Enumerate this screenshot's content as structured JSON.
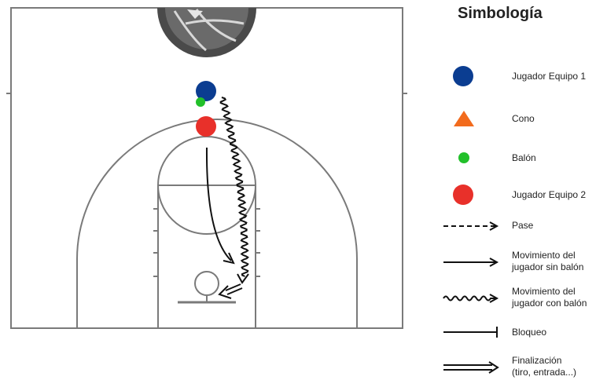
{
  "legend": {
    "title": "Simbología",
    "items": [
      {
        "symbol": "circle-blue",
        "color": "#0b3d91",
        "label": "Jugador Equipo 1"
      },
      {
        "symbol": "triangle-orange",
        "color": "#f26b1d",
        "label": "Cono"
      },
      {
        "symbol": "dot-green",
        "color": "#22c02a",
        "label": "Balón"
      },
      {
        "symbol": "circle-red",
        "color": "#e8302a",
        "label": "Jugador Equipo 2"
      },
      {
        "symbol": "dashed-arrow",
        "label": "Pase"
      },
      {
        "symbol": "solid-arrow",
        "label_lines": [
          "Movimiento del",
          "jugador sin balón"
        ]
      },
      {
        "symbol": "wavy-arrow",
        "label_lines": [
          "Movimiento del",
          "jugador con balón"
        ]
      },
      {
        "symbol": "t-bar",
        "label": "Bloqueo"
      },
      {
        "symbol": "double-arrow",
        "label_lines": [
          "Finalización",
          "(tiro, entrada...)"
        ]
      }
    ]
  },
  "colors": {
    "court_line": "#777777",
    "team1": "#0b3d91",
    "team2": "#e8302a",
    "ball": "#22c02a",
    "cone": "#f26b1d",
    "logo": "#555555"
  }
}
